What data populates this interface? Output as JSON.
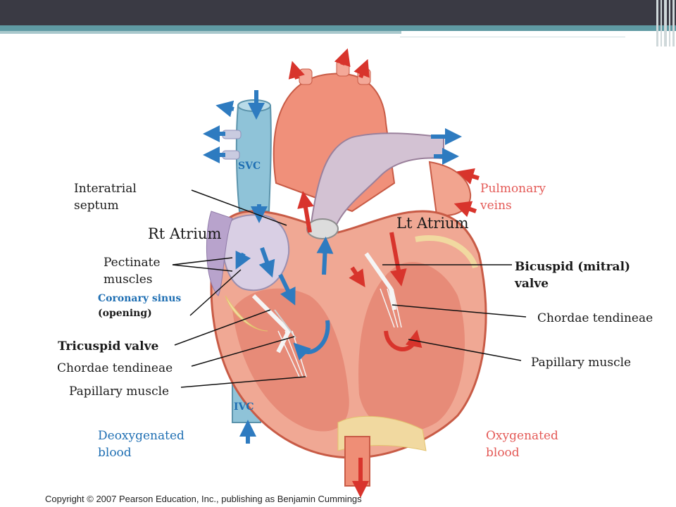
{
  "theme": {
    "accent": "#5f9aa3",
    "topbar": "#3a3a44",
    "oxygenated": "#e45a57",
    "deoxygenated": "#1f6fb3"
  },
  "labels": {
    "svc": "SVC",
    "ivc": "IVC",
    "interatrial_septum": "Interatrial\nseptum",
    "rt_atrium": "Rt Atrium",
    "lt_atrium": "Lt Atrium",
    "pectinate_muscles": "Pectinate\nmuscles",
    "coronary_sinus": "Coronary sinus",
    "coronary_sinus_note": "(opening)",
    "tricuspid_valve": "Tricuspid valve",
    "chordae_left": "Chordae tendineae",
    "papillary_left": "Papillary muscle",
    "pulmonary_veins": "Pulmonary\nveins",
    "bicuspid_valve": "Bicuspid (mitral)\nvalve",
    "chordae_right": "Chordae tendineae",
    "papillary_right": "Papillary muscle",
    "deoxygenated": "Deoxygenated\nblood",
    "oxygenated": "Oxygenated\nblood"
  },
  "footer": {
    "copyright": "Copyright © 2007 Pearson Education, Inc., publishing as Benjamin Cummings"
  }
}
